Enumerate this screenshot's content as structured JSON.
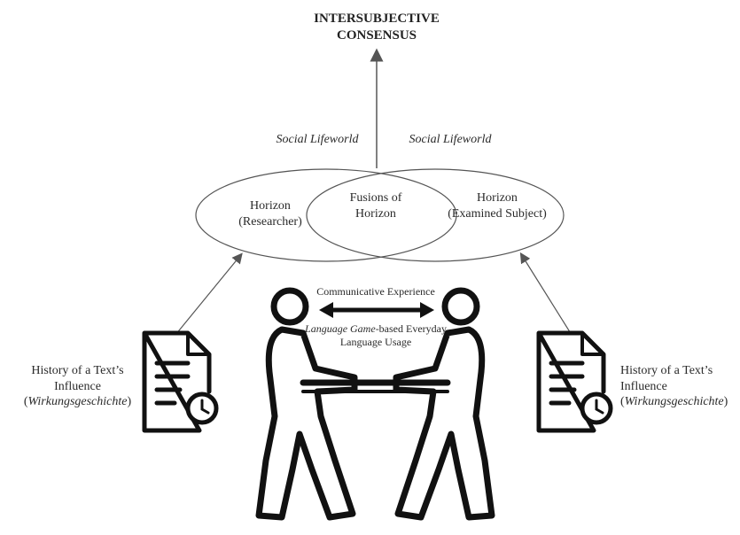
{
  "title": {
    "line1": "INTERSUBJECTIVE",
    "line2": "CONSENSUS"
  },
  "lifeworld": {
    "left": "Social Lifeworld",
    "right": "Social Lifeworld"
  },
  "horizons": {
    "left_line1": "Horizon",
    "left_line2": "(Researcher)",
    "center_line1": "Fusions of",
    "center_line2": "Horizon",
    "right_line1": "Horizon",
    "right_line2": "(Examined Subject)"
  },
  "communication": {
    "top": "Communicative Experience",
    "game_italic": "Language Game",
    "game_rest": "-based Everyday",
    "line3": "Language Usage"
  },
  "history_left": {
    "line1": "History of a Text’s",
    "line2": "Influence",
    "paren_open": "(",
    "term": "Wirkungsgeschichte",
    "paren_close": ")"
  },
  "history_right": {
    "line1": "History of a Text’s",
    "line2": "Influence",
    "paren_open": "(",
    "term": "Wirkungsgeschichte",
    "paren_close": ")"
  },
  "icons": {
    "document_left": "document-clock-icon",
    "document_right": "document-clock-icon",
    "people": "two-people-interacting-icon"
  },
  "colors": {
    "line": "#555555",
    "icon": "#111111"
  }
}
